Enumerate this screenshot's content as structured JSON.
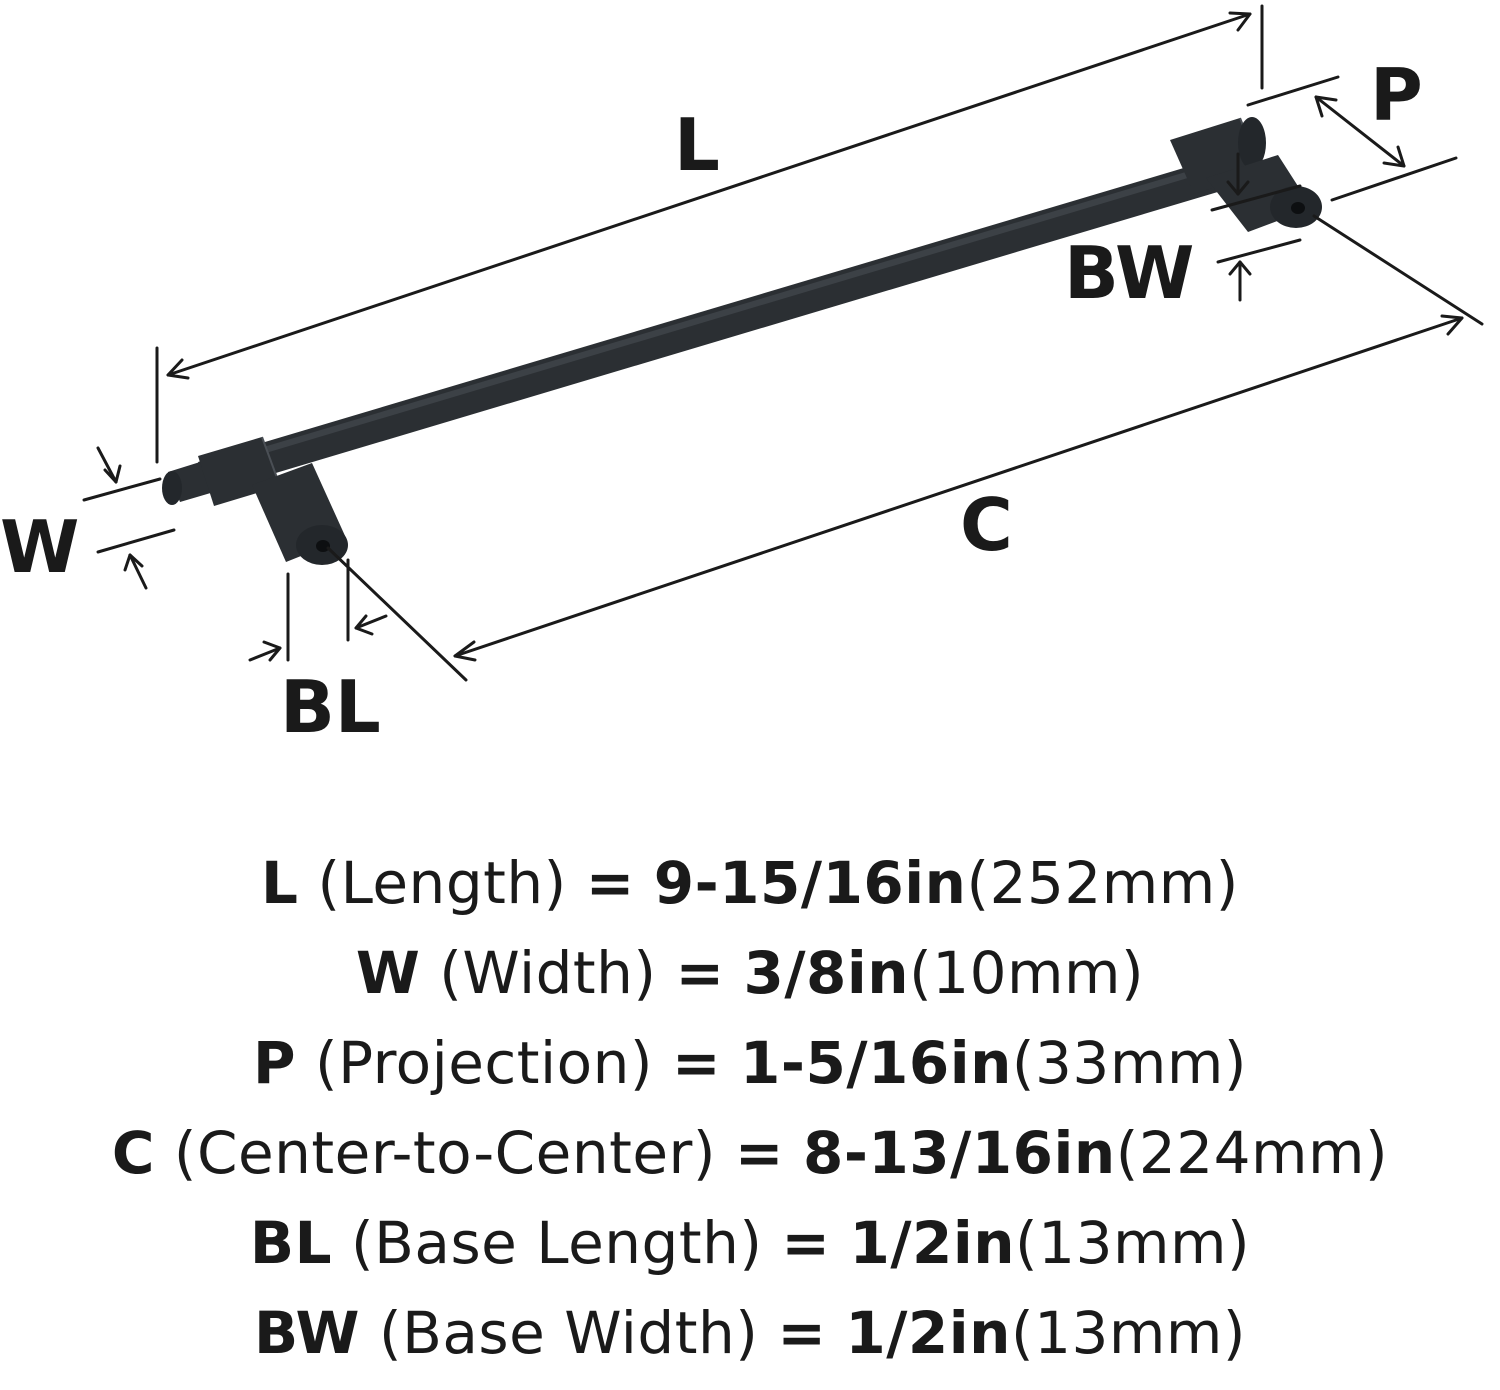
{
  "diagram": {
    "labels": {
      "L": "L",
      "W": "W",
      "P": "P",
      "C": "C",
      "BL": "BL",
      "BW": "BW"
    },
    "colors": {
      "ink": "#1a1a1a",
      "handle": "#2b2f33",
      "handle_highlight": "#3c4146"
    }
  },
  "specs": [
    {
      "key": "L",
      "name": "(Length)",
      "eq": "=",
      "imperial": "9-15/16in",
      "metric": "(252mm)"
    },
    {
      "key": "W",
      "name": "(Width)",
      "eq": "=",
      "imperial": "3/8in",
      "metric": "(10mm)"
    },
    {
      "key": "P",
      "name": "(Projection)",
      "eq": "=",
      "imperial": "1-5/16in",
      "metric": "(33mm)"
    },
    {
      "key": "C",
      "name": "(Center-to-Center)",
      "eq": "=",
      "imperial": "8-13/16in",
      "metric": "(224mm)"
    },
    {
      "key": "BL",
      "name": "(Base Length)",
      "eq": "=",
      "imperial": "1/2in",
      "metric": "(13mm)"
    },
    {
      "key": "BW",
      "name": "(Base Width)",
      "eq": "=",
      "imperial": "1/2in",
      "metric": "(13mm)"
    }
  ]
}
